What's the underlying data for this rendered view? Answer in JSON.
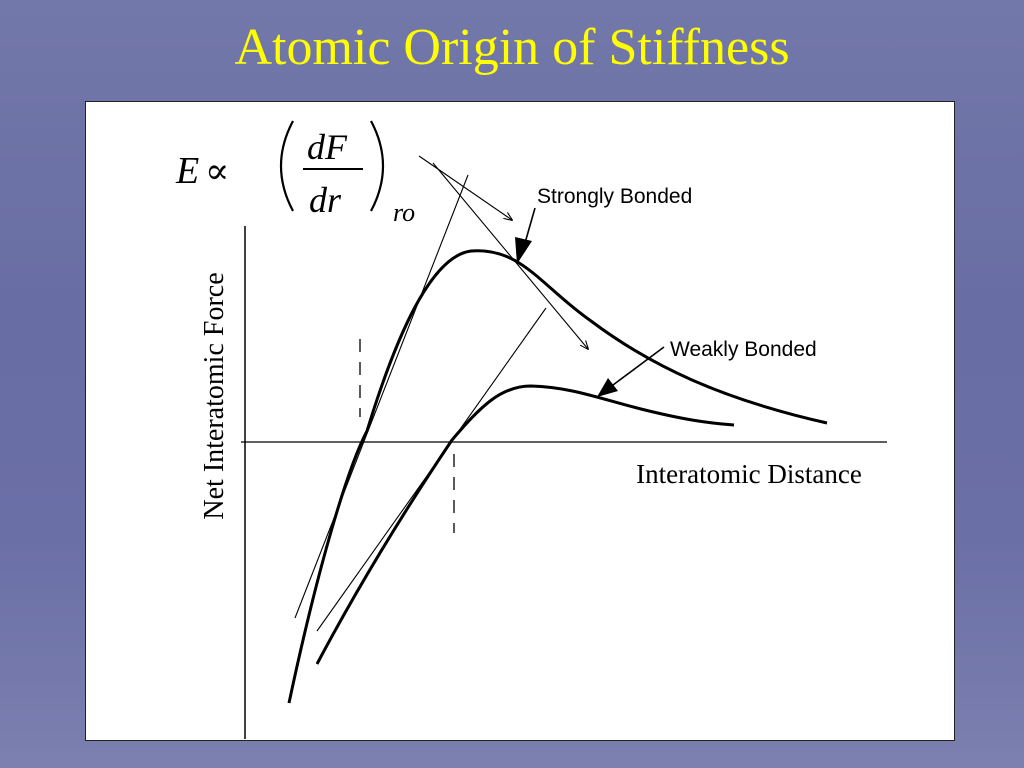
{
  "slide": {
    "title": "Atomic Origin of Stiffness",
    "title_color": "#ffff00",
    "background_color": "#6a6fa6"
  },
  "equation": {
    "lhs": "E",
    "relation": "∝",
    "numerator": "dF",
    "denominator": "dr",
    "subscript": "ro"
  },
  "axes": {
    "ylabel": "Net Interatomic Force",
    "xlabel": "Interatomic Distance"
  },
  "curves": [
    {
      "name": "strong-curve",
      "label": "Strongly Bonded"
    },
    {
      "name": "weak-curve",
      "label": "Weakly Bonded"
    }
  ]
}
